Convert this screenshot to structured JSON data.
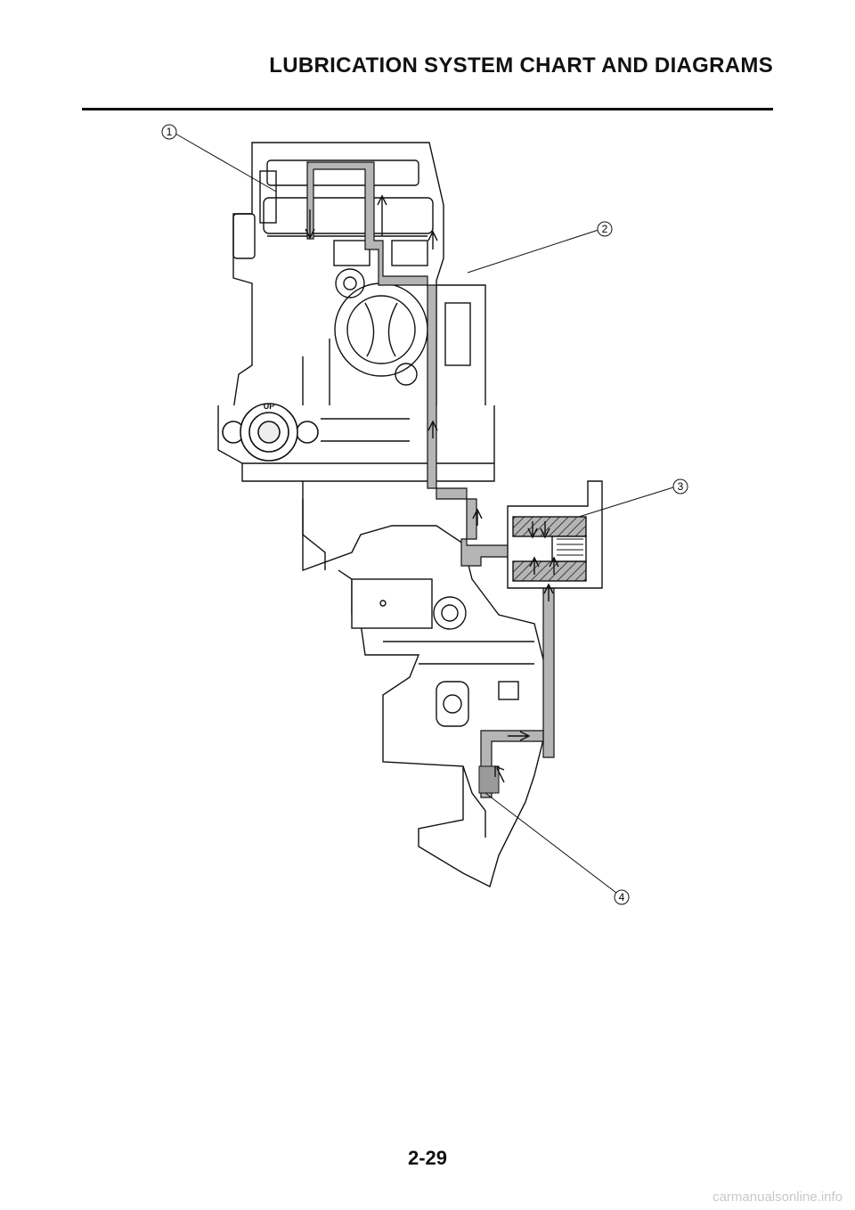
{
  "header": {
    "title": "LUBRICATION SYSTEM CHART AND DIAGRAMS"
  },
  "diagram": {
    "stamp_text": "UP",
    "callouts": [
      {
        "number": "1"
      },
      {
        "number": "2"
      },
      {
        "number": "3"
      },
      {
        "number": "4"
      }
    ]
  },
  "footer": {
    "page_number": "2-29",
    "watermark": "carmanualsonline.info"
  },
  "colors": {
    "ink": "#111111",
    "oil_passage_fill": "#b5b5b5",
    "watermark": "#c8c8c8"
  }
}
